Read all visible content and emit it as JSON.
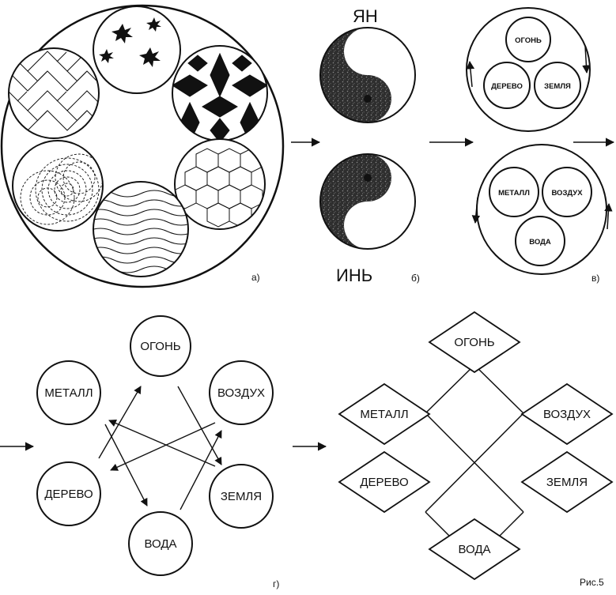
{
  "panel_a": {
    "caption": "а)",
    "patterns": [
      "stars",
      "diamond-mosaic",
      "hexagons",
      "waves",
      "concentric-arcs",
      "herringbone-bricks"
    ]
  },
  "panel_b": {
    "top_label": "ЯН",
    "bottom_label": "ИНЬ",
    "caption": "б)"
  },
  "panel_v": {
    "caption": "в)",
    "top_circle": {
      "top": "ОГОНЬ",
      "left": "ДЕРЕВО",
      "right": "ЗЕМЛЯ"
    },
    "bottom_circle": {
      "left": "МЕТАЛЛ",
      "right": "ВОЗДУХ",
      "bottom": "ВОДА"
    }
  },
  "panel_g": {
    "caption": "г)",
    "nodes": {
      "ogon": "ОГОНЬ",
      "metall": "МЕТАЛЛ",
      "vozduh": "ВОЗДУХ",
      "derevo": "ДЕРЕВО",
      "zemlya": "ЗЕМЛЯ",
      "voda": "ВОДА"
    }
  },
  "panel_d": {
    "nodes": {
      "ogon": "ОГОНЬ",
      "metall": "МЕТАЛЛ",
      "vozduh": "ВОЗДУХ",
      "derevo": "ДЕРЕВО",
      "zemlya": "ЗЕМЛЯ",
      "voda": "ВОДА"
    }
  },
  "figure_label": "Рис.5",
  "colors": {
    "ink": "#111111",
    "paper": "#ffffff",
    "shade": "#333333"
  }
}
